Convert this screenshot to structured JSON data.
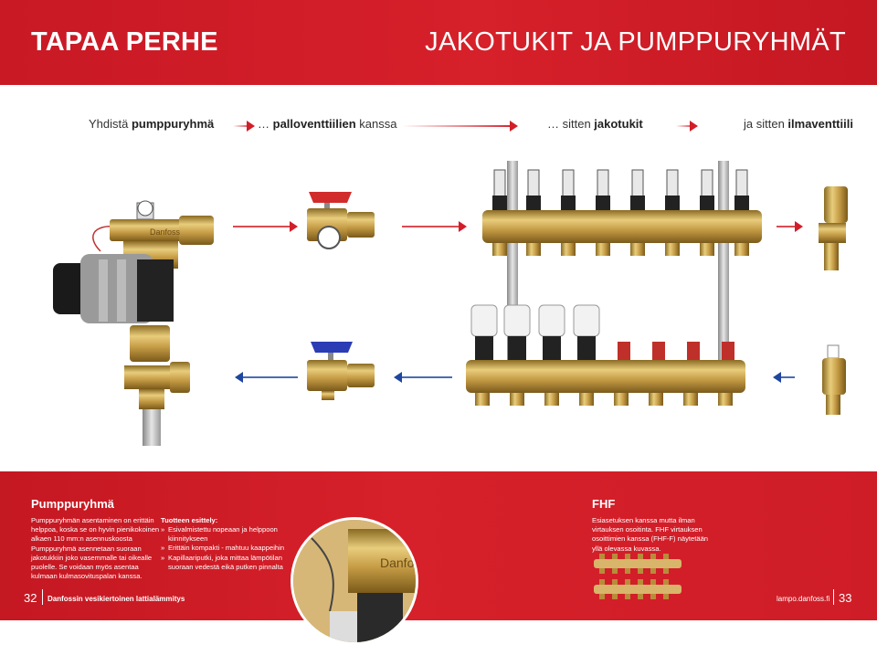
{
  "header": {
    "left_title": "TAPAA PERHE",
    "right_title": "JAKOTUKIT JA PUMPPURYHMÄT"
  },
  "flow": {
    "step1_pre": "Yhdistä ",
    "step1_bold": "pumppuryhmä",
    "step2_pre": "… ",
    "step2_bold": "palloventtiilien",
    "step2_post": " kanssa",
    "step3_pre": "… sitten ",
    "step3_bold": "jakotukit",
    "step4_pre": "ja sitten ",
    "step4_bold": "ilmaventtiili"
  },
  "product_logo": "Danfoss",
  "pump": {
    "title": "Pumppuryhmä",
    "body": [
      "Pumppuryhmän asentaminen on erittäin",
      "helppoa, koska se on hyvin pienikokoinen",
      "alkaen 110 mm:n asennuskoosta",
      "Pumppuryhmä asennetaan suoraan",
      "jakotukkiin joko vasemmalle tai oikealle",
      "puolelle. Se voidaan myös asentaa",
      "kulmaan kulmasovituspalan kanssa."
    ]
  },
  "features": {
    "title": "Tuotteen esittely:",
    "items": [
      "Esivalmistettu nopeaan ja helppoon kiinnitykseen",
      "Erittäin kompakti - mahtuu kaappeihin",
      "Kapillaariputki, joka mittaa lämpötilan suoraan vedestä eikä putken pinnalta"
    ]
  },
  "fhf": {
    "title": "FHF",
    "body": [
      "Esiasetuksen kanssa mutta ilman",
      "virtauksen osoitinta. FHF virtauksen",
      "osoittimien kanssa (FHF-F) näytetään",
      "yllä olevassa kuvassa."
    ]
  },
  "footer": {
    "page_left": "32",
    "brand": "Danfossin vesikiertoinen lattialämmitys",
    "url": "lampo.danfoss.fi",
    "page_right": "33"
  },
  "colors": {
    "brand_red": "#d6202a",
    "brass": "#c9a24a",
    "arrow_blue": "#1e46a0"
  }
}
